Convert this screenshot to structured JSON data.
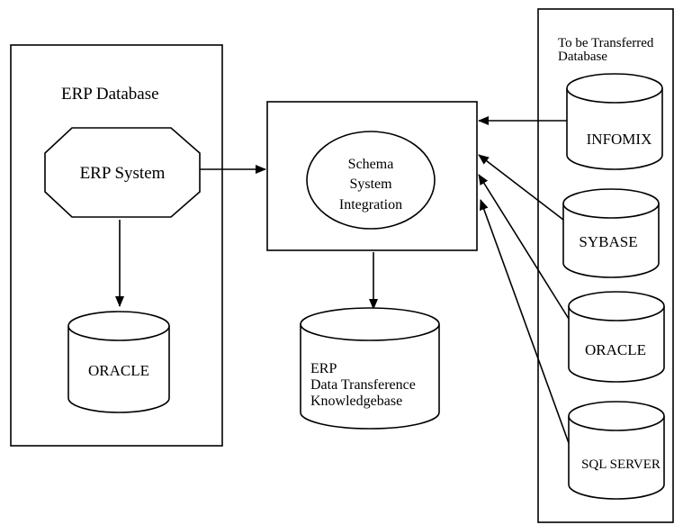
{
  "left_panel": {
    "title": "ERP Database",
    "erp_system_label": "ERP System",
    "oracle_label": "ORACLE"
  },
  "center": {
    "schema_lines": [
      "Schema",
      "System",
      "Integration"
    ],
    "knowledgebase_lines": [
      "ERP",
      "Data Transference",
      "Knowledgebase"
    ]
  },
  "right_panel": {
    "title_lines": [
      "To be Transferred",
      "Database"
    ],
    "databases": [
      "INFOMIX",
      "SYBASE",
      "ORACLE",
      "SQL SERVER"
    ]
  }
}
